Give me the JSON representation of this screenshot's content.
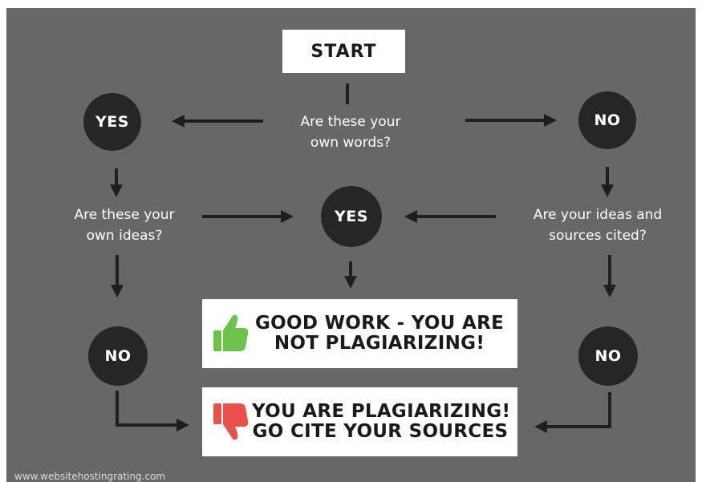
{
  "start": {
    "label": "START"
  },
  "questions": {
    "own_words": [
      "Are these your",
      "own words?"
    ],
    "own_ideas": [
      "Are these your",
      "own ideas?"
    ],
    "cited": [
      "Are your ideas and",
      "sources cited?"
    ]
  },
  "nodes": {
    "yes_top": "YES",
    "no_top": "NO",
    "yes_middle": "YES",
    "no_left": "NO",
    "no_right": "NO"
  },
  "results": {
    "good": [
      "GOOD WORK - YOU ARE",
      "NOT PLAGIARIZING!"
    ],
    "bad": [
      "YOU ARE PLAGIARIZING!",
      "GO CITE YOUR SOURCES"
    ]
  },
  "icons": {
    "good": "thumbs-up-icon",
    "bad": "thumbs-down-icon"
  },
  "colors": {
    "background": "#676767",
    "node_fill": "#262626",
    "thumbs_up": "#6cc24a",
    "thumbs_down": "#e8504a"
  },
  "watermark": "www.websitehostingrating.com"
}
